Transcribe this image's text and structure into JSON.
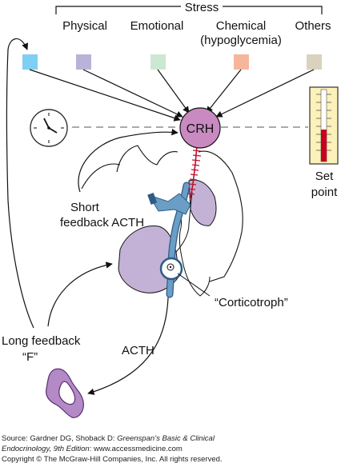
{
  "diagram": {
    "stress_label": "Stress",
    "stressors": [
      {
        "label": "Physical",
        "color": "#7ecff2"
      },
      {
        "label": "Emotional",
        "color": "#b8b4d8"
      },
      {
        "label": "Chemical",
        "label2": "(hypoglycemia)",
        "color": "#cde8d2"
      },
      {
        "label": "Others",
        "color": "#d8d2bf"
      }
    ],
    "extra_box_color": "#f6b69b",
    "crh_label": "CRH",
    "set_point_line1": "Set",
    "set_point_line2": "point",
    "short_feedback_line1": "Short",
    "short_feedback_line2": "feedback ACTH",
    "corticotroph_label": "“Corticotroph”",
    "long_feedback_line1": "Long feedback",
    "long_feedback_line2": "“F”",
    "acth_label": "ACTH",
    "colors": {
      "crh_fill": "#c98ac1",
      "pituitary_fill": "#c4b2d6",
      "vessel_fill": "#6a9ec6",
      "adrenal_fill": "#b389c6",
      "thermo_fill": "#fbf1b9",
      "mercury": "#c8001e",
      "axon": "#c0102a"
    }
  },
  "footer": {
    "source_prefix": "Source: Gardner DG, Shoback D: ",
    "source_title": "Greenspan’s Basic & Clinical",
    "source_title2": "Endocrinology, 9th Edition",
    "source_suffix": ": www.accessmedicine.com",
    "copyright": "Copyright © The McGraw-Hill Companies, Inc. All rights reserved."
  }
}
